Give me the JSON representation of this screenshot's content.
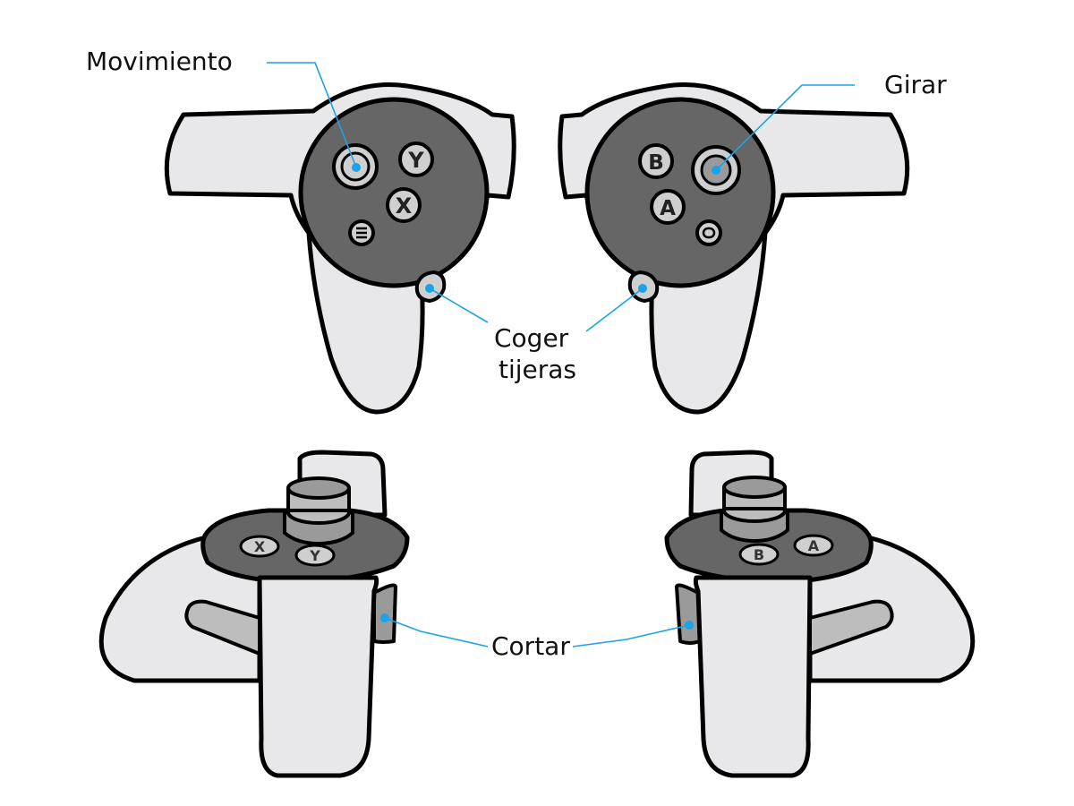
{
  "callouts": {
    "movement": "Movimiento",
    "rotate": "Girar",
    "grab_line1": "Coger",
    "grab_line2": "tijeras",
    "cut": "Cortar"
  },
  "buttons": {
    "y": "Y",
    "x": "X",
    "b": "B",
    "a": "A"
  },
  "colors": {
    "body": "#e8e8ea",
    "face": "#666666",
    "button": "#cfcfcf",
    "trigger": "#9a9a9a",
    "outline": "#000000",
    "callout_line": "#1aa3e8"
  }
}
